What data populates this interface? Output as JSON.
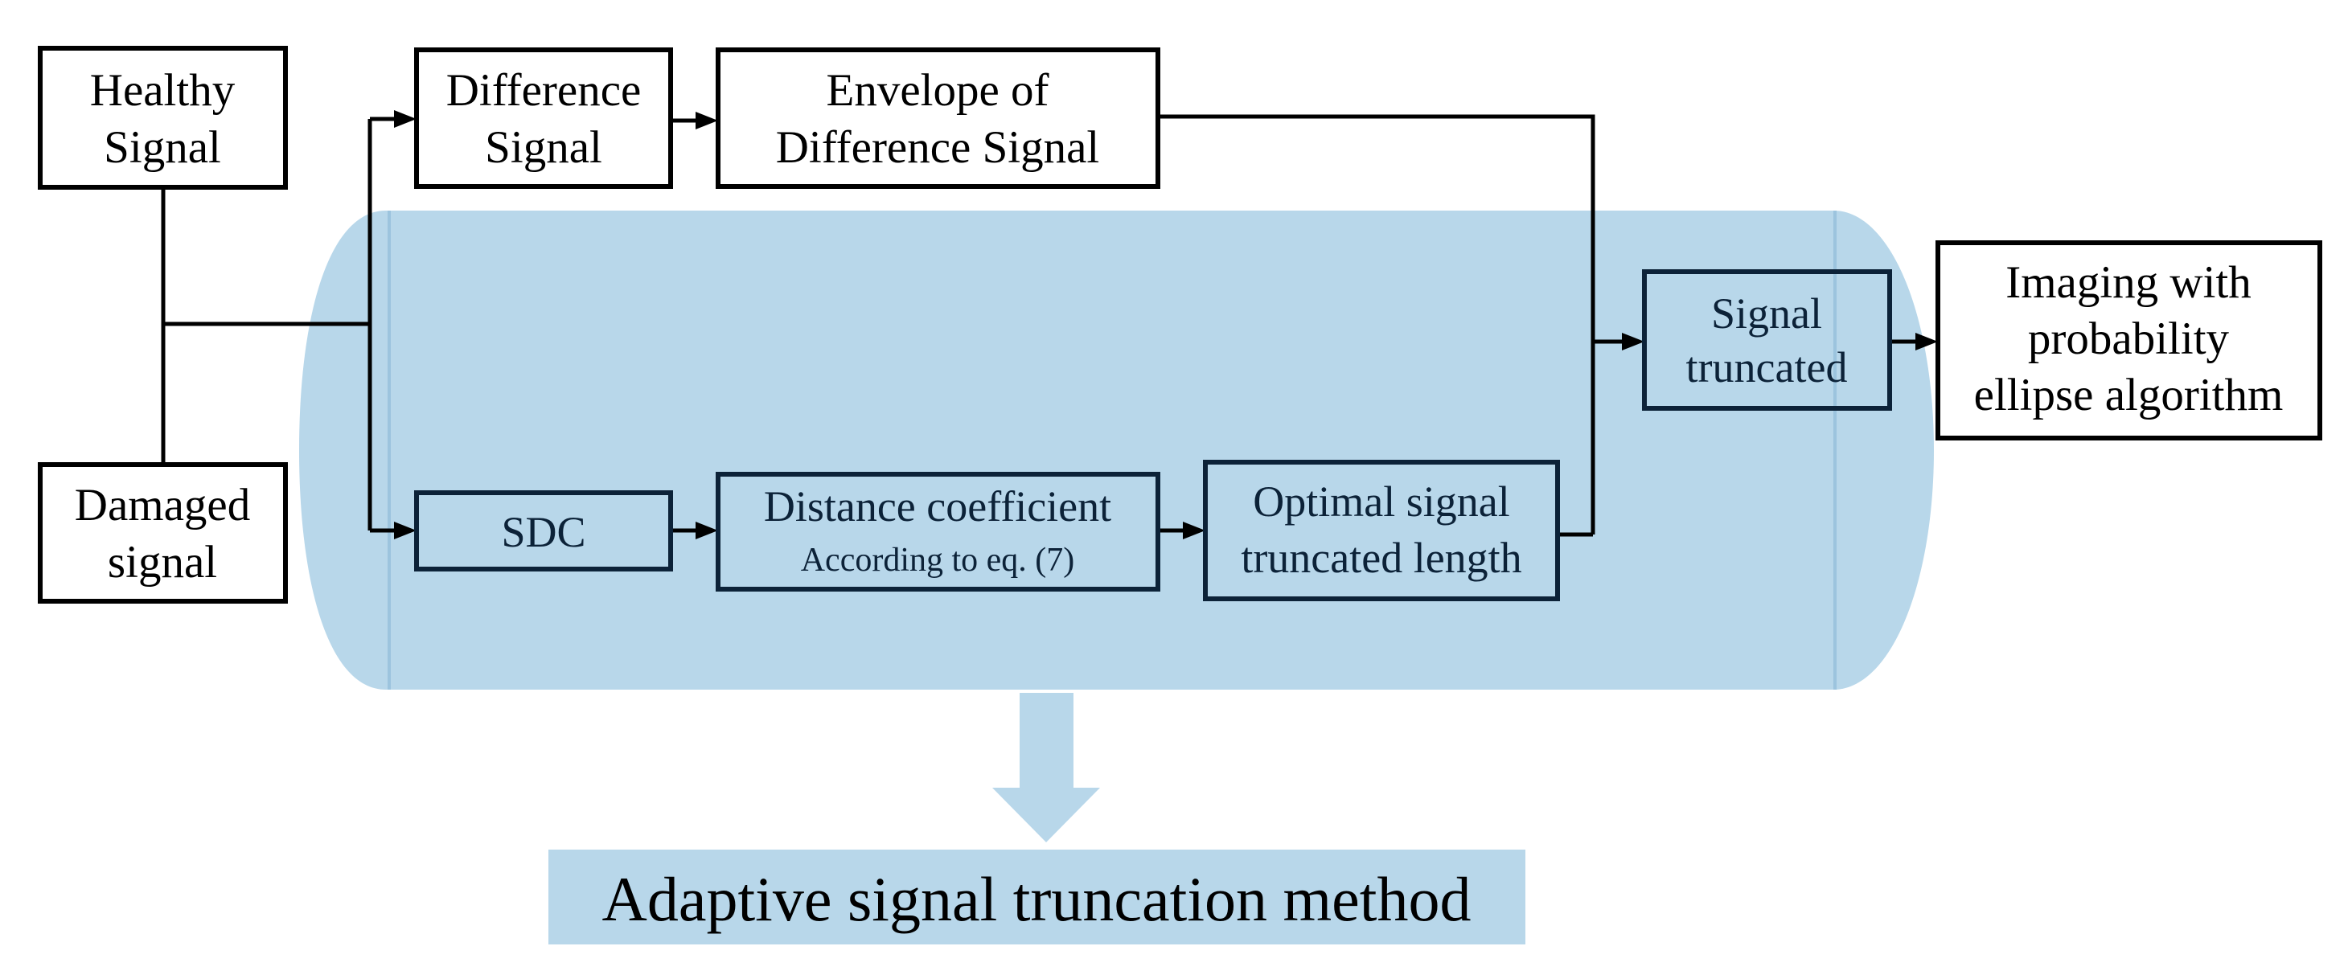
{
  "colors": {
    "region_fill": "#b8d7ea",
    "region_edge": "#9cc4de",
    "box_stroke": "#000000",
    "text": "#000000"
  },
  "boxes": {
    "healthy": {
      "line1": "Healthy",
      "line2": "Signal"
    },
    "damaged": {
      "line1": "Damaged",
      "line2": "signal"
    },
    "difference": {
      "line1": "Difference",
      "line2": "Signal"
    },
    "envelope": {
      "line1": "Envelope of",
      "line2": "Difference Signal"
    },
    "sdc": {
      "line1": "SDC"
    },
    "distance": {
      "line1": "Distance coefficient",
      "line2": "According to eq. (7)"
    },
    "optimal": {
      "line1": "Optimal signal",
      "line2": "truncated length"
    },
    "truncated": {
      "line1": "Signal",
      "line2": "truncated"
    },
    "imaging": {
      "line1": "Imaging with",
      "line2": "probability",
      "line3": "ellipse algorithm"
    }
  },
  "caption": "Adaptive signal truncation method"
}
